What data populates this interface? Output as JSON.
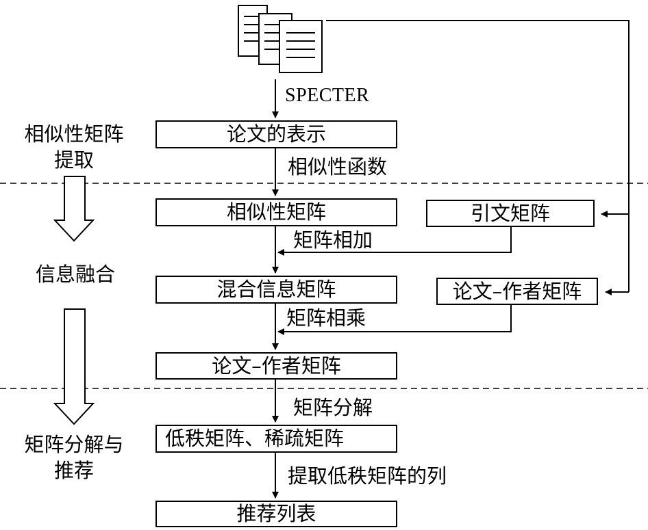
{
  "encoder_label": "SPECTER",
  "side_labels": {
    "stage1_line1": "相似性矩阵",
    "stage1_line2": "提取",
    "stage2": "信息融合",
    "stage3_line1": "矩阵分解与",
    "stage3_line2": "推荐"
  },
  "boxes": {
    "paper_repr": "论文的表示",
    "similarity_matrix": "相似性矩阵",
    "citation_matrix": "引文矩阵",
    "mixed_info_matrix": "混合信息矩阵",
    "paper_author_matrix_side": "论文–作者矩阵",
    "paper_author_matrix": "论文–作者矩阵",
    "lowrank_sparse": "低秩矩阵、稀疏矩阵",
    "recommend_list": "推荐列表"
  },
  "edge_labels": {
    "similarity_function": "相似性函数",
    "matrix_add": "矩阵相加",
    "matrix_multiply": "矩阵相乘",
    "matrix_decompose": "矩阵分解",
    "extract_columns": "提取低秩矩阵的列"
  },
  "icons": {
    "documents": "document-stack-icon",
    "down_arrow": "hollow-down-arrow-icon"
  }
}
